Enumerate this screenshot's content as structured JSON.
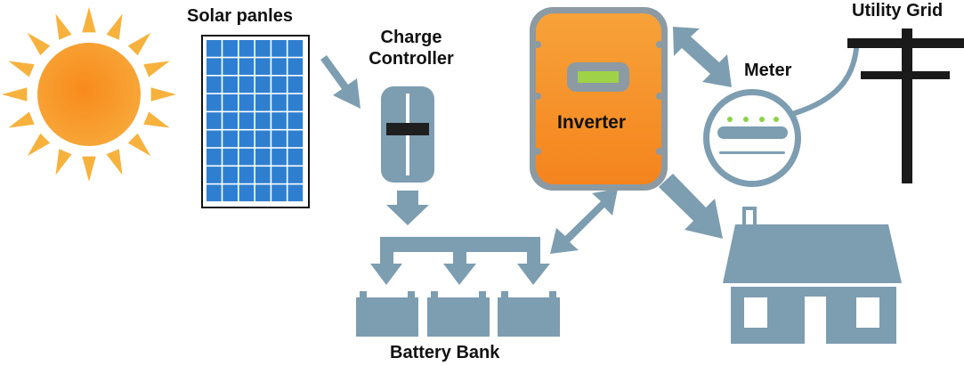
{
  "labels": {
    "solar_panels": "Solar panles",
    "charge_controller_line1": "Charge",
    "charge_controller_line2": "Controller",
    "inverter": "Inverter",
    "meter": "Meter",
    "utility_grid": "Utility Grid",
    "battery_bank": "Battery Bank"
  },
  "colors": {
    "arrow": "#7d9db1",
    "sun": "#f79a2b",
    "sun_ray": "#f7b23d",
    "panel_cell": "#2f7fd0",
    "inverter": "#f6922a",
    "inverter_border": "#8c9aa3",
    "display": "#9fd246",
    "meter_led": "#8cd24a",
    "pole": "#1a1a1a",
    "house": "#7d9db1"
  },
  "icons": [
    "sun-icon",
    "solar-panel-icon",
    "charge-controller-icon",
    "inverter-icon",
    "meter-icon",
    "utility-pole-icon",
    "battery-icon",
    "house-icon"
  ]
}
